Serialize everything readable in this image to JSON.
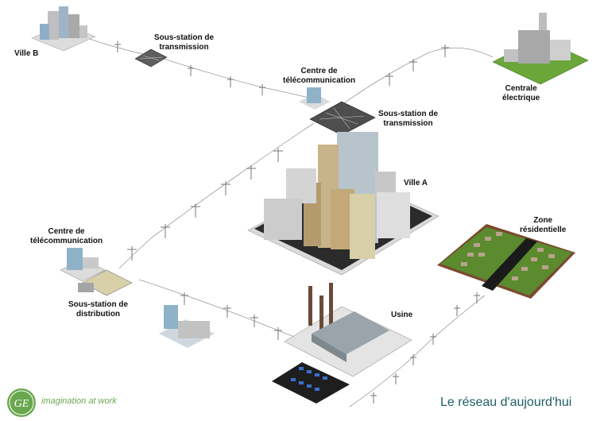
{
  "labels": {
    "ville_b": "Ville B",
    "sous_station_transmission_1": [
      "Sous-station de",
      "transmission"
    ],
    "centre_telecom_1": [
      "Centre de",
      "télécommunication"
    ],
    "sous_station_transmission_2": [
      "Sous-station de",
      "transmission"
    ],
    "centrale": [
      "Centrale",
      "électrique"
    ],
    "ville_a": "Ville A",
    "centre_telecom_2": [
      "Centre de",
      "télécommunication"
    ],
    "sous_station_distribution": [
      "Sous-station de",
      "distribution"
    ],
    "zone_residentielle": [
      "Zone",
      "résidentielle"
    ],
    "usine": "Usine"
  },
  "footer": {
    "logo_text": "GE",
    "tagline": "imagination at work",
    "caption": "Le réseau d'aujourd'hui"
  },
  "colors": {
    "ground": "#e9e9e9",
    "grass": "#5b8a2f",
    "building": "#c9c4b4",
    "glass": "#8fb2c8",
    "logo": "#6aa84f",
    "caption": "#1d5e63"
  }
}
